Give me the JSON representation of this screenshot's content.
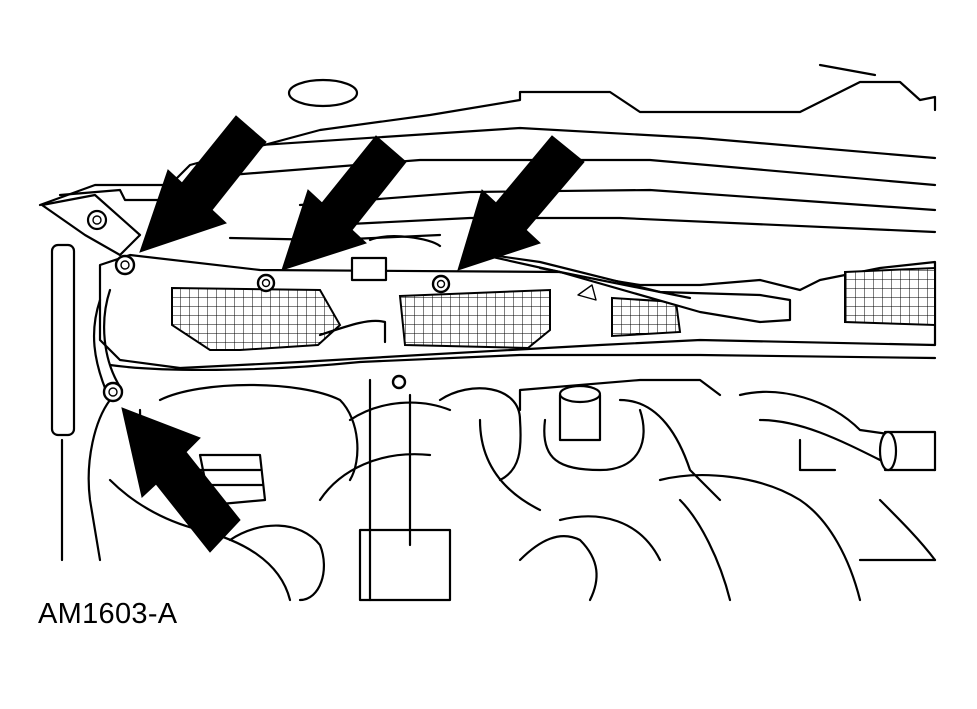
{
  "figure": {
    "label": "AM1603-A"
  },
  "colors": {
    "ink": "#000000",
    "background": "#ffffff"
  },
  "callouts": {
    "arrow_count": 4,
    "fastener_count": 5
  }
}
